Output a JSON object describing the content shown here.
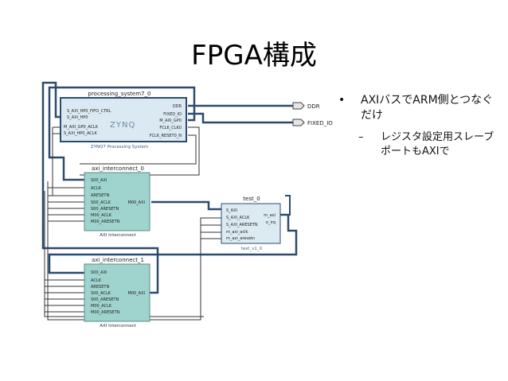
{
  "slide": {
    "title": "FPGA構成",
    "bullet": {
      "marker": "•",
      "text": "AXIバスでARM側とつなぐだけ"
    },
    "sub_bullet": {
      "marker": "–",
      "text": "レジスタ設定用スレーブポートもAXIで"
    }
  },
  "diagram": {
    "ps": {
      "instance": "processing_system7_0",
      "ports_left": [
        "S_AXI_HP0_FIFO_CTRL",
        "S_AXI_HP0",
        "M_AXI_GP0_ACLK",
        "S_AXI_HP0_ACLK"
      ],
      "ports_right": [
        "DDR",
        "FIXED_IO",
        "M_AXI_GP0",
        "FCLK_CLK0",
        "FCLK_RESET0_N"
      ],
      "logo": "ZYNQ",
      "footer": "ZYNQ7 Processing System"
    },
    "ic0": {
      "instance": "axi_interconnect_0",
      "ports_left": [
        "S00_AXI",
        "ACLK",
        "ARESETN",
        "S00_ACLK",
        "S00_ARESETN",
        "M00_ACLK",
        "M00_ARESETN"
      ],
      "port_right": "M00_AXI",
      "footer": "AXI Interconnect"
    },
    "ic1": {
      "instance": "axi_interconnect_1",
      "ports_left": [
        "S00_AXI",
        "ACLK",
        "ARESETN",
        "S00_ACLK",
        "S00_ARESETN",
        "M00_ACLK",
        "M00_ARESETN"
      ],
      "port_right": "M00_AXI",
      "footer": "AXI Interconnect"
    },
    "test": {
      "instance": "test_0",
      "ports_left": [
        "S_AXI",
        "S_AXI_ACLK",
        "S_AXI_ARESETN",
        "m_axi_aclk",
        "m_axi_aresetn"
      ],
      "ports_right": [
        "m_axi",
        "o_irq"
      ],
      "footer": "test_v1_0"
    },
    "ext_ports": [
      "DDR",
      "FIXED_IO"
    ]
  },
  "colors": {
    "ps_fill": "#dbe9f2",
    "ic_fill": "#9fd3cd",
    "test_fill": "#dceaf2",
    "wire": "#2d4b6e",
    "wire_dark": "#333333"
  }
}
